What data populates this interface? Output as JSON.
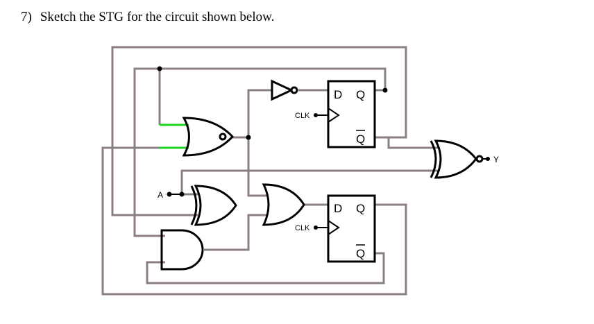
{
  "question": {
    "number": "7)",
    "text": "Sketch the STG for the circuit shown below."
  },
  "labels": {
    "input_a": "A",
    "output_y": "Y",
    "clk_top": "CLK",
    "clk_bottom": "CLK",
    "ff_top_d": "D",
    "ff_top_q": "Q",
    "ff_top_qbar": "Q",
    "ff_bottom_d": "D",
    "ff_bottom_q": "Q",
    "ff_bottom_qbar": "Q"
  },
  "colors": {
    "wire": "#8c7f7f",
    "gate": "#000000",
    "highlight": "#1ed31e",
    "text": "#000000"
  }
}
